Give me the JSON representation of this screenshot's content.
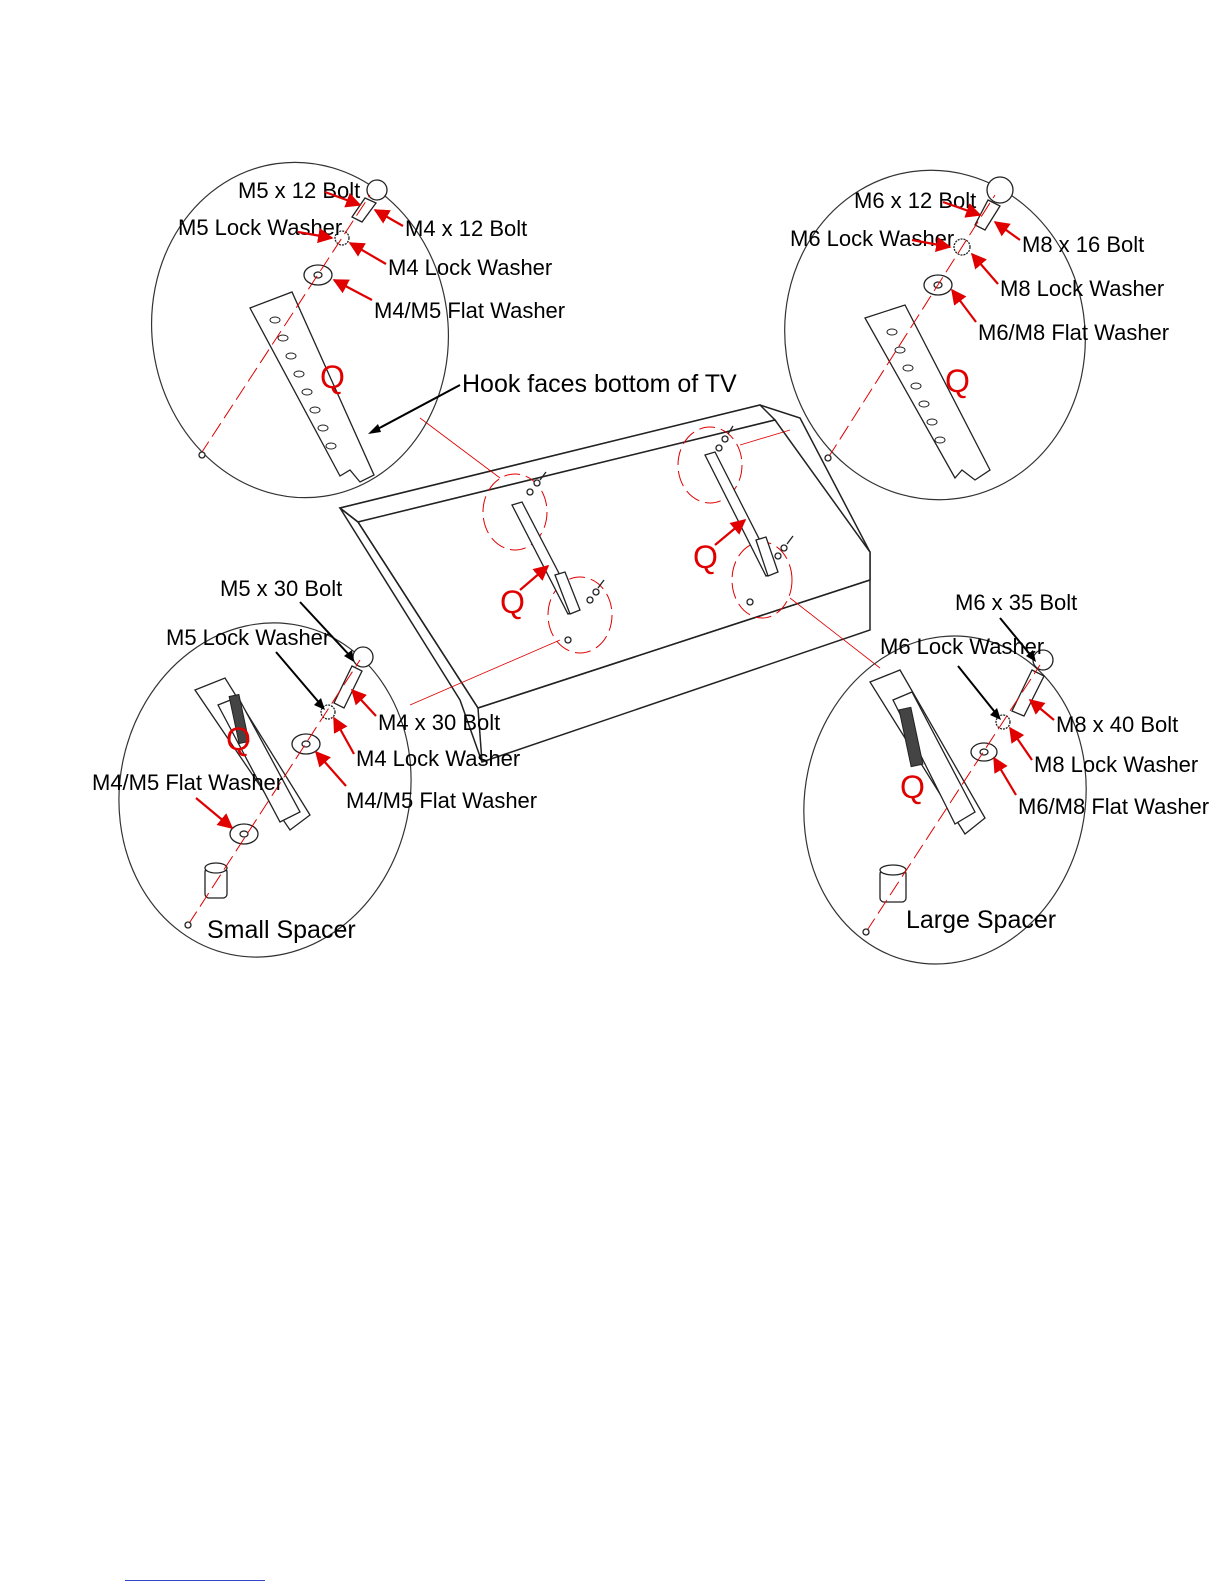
{
  "labels": {
    "tl_m5x12": "M5 x 12 Bolt",
    "tl_m4x12": "M4 x 12 Bolt",
    "tl_m5lock": "M5 Lock Washer",
    "tl_m4lock": "M4 Lock Washer",
    "tl_flat": "M4/M5 Flat Washer",
    "hook": "Hook faces bottom of TV",
    "tr_m6x12": "M6 x 12 Bolt",
    "tr_m8x16": "M8 x 16 Bolt",
    "tr_m6lock": "M6 Lock Washer",
    "tr_m8lock": "M8 Lock Washer",
    "tr_flat": "M6/M8 Flat Washer",
    "bl_m5x30": "M5 x 30 Bolt",
    "bl_m5lock": "M5 Lock Washer",
    "bl_m4x30": "M4 x 30 Bolt",
    "bl_m4lock": "M4 Lock Washer",
    "bl_flat_left": "M4/M5 Flat Washer",
    "bl_flat_right": "M4/M5 Flat Washer",
    "bl_spacer": "Small Spacer",
    "br_m6x35": "M6 x 35 Bolt",
    "br_m6lock": "M6 Lock Washer",
    "br_m8x40": "M8 x 40 Bolt",
    "br_m8lock": "M8 Lock Washer",
    "br_flat": "M6/M8 Flat Washer",
    "br_spacer": "Large Spacer",
    "q": "Q"
  },
  "colors": {
    "arrow": "#e00000",
    "line": "#222222"
  }
}
